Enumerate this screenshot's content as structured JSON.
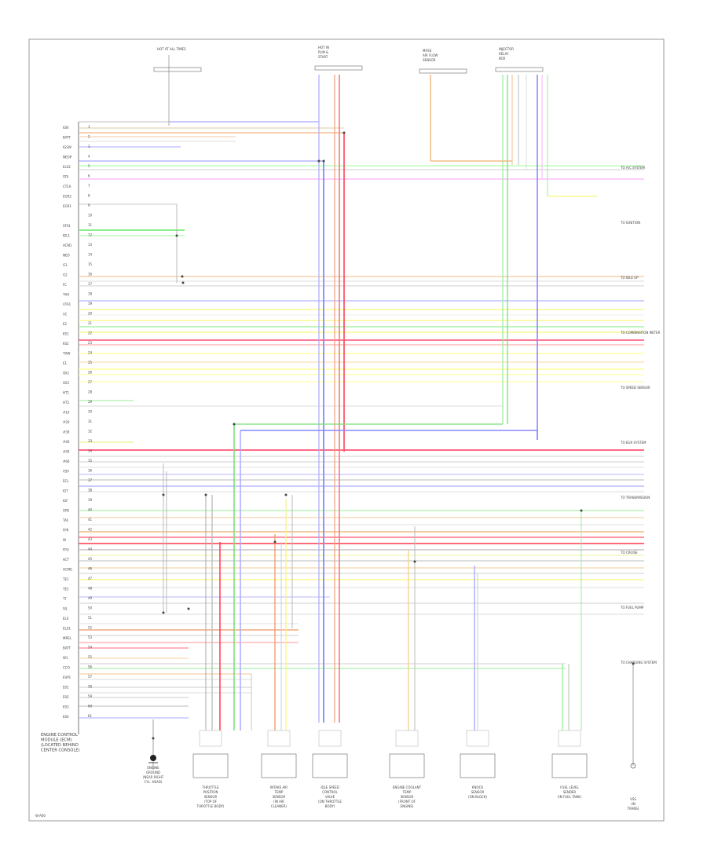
{
  "ecm_label": [
    "ENGINE CONTROL",
    "MODULE (ECM)",
    "(LOCATED BEHIND",
    "CENTER CONSOLE)"
  ],
  "top_connectors": [
    {
      "lines": [
        "HOT AT ALL TIMES"
      ]
    },
    {
      "lines": [
        "HOT IN",
        "RUN &",
        "START"
      ]
    },
    {
      "lines": [
        "MASS",
        "AIR FLOW",
        "SENSOR"
      ]
    },
    {
      "lines": [
        "INJECTOR",
        "RELAY",
        "BOX"
      ]
    }
  ],
  "left_pins": [
    "IGN",
    "BATT",
    "IGSW",
    "NEOP",
    "ELS2",
    "STA",
    "CTCA",
    "EGR2",
    "EGR1",
    "",
    "STA1",
    "IDL1",
    "ACM1",
    "NEO",
    "G1",
    "G2",
    "FC",
    "THA",
    "VTA1",
    "VC",
    "E2",
    "KS1",
    "KS2",
    "THW",
    "E1",
    "OX1",
    "OX2",
    "HT1",
    "HT2",
    "#10",
    "#20",
    "#30",
    "#40",
    "#50",
    "#60",
    "VSV",
    "ECL",
    "IGT",
    "IGF",
    "SPD",
    "TAC",
    "FPR",
    "W",
    "FPU",
    "ACT",
    "ACMG",
    "TE1",
    "TE2",
    "TT",
    "SIL",
    "ELS",
    "ELS1",
    "MREL",
    "BATT",
    "W1",
    "CCO",
    "EVP1",
    "E01",
    "E02",
    "E03",
    "E04"
  ],
  "right_labels": [
    "TO A/C SYSTEM",
    "TO IGNITION",
    "TO IDLE UP",
    "TO COMBINATION METER",
    "TO SPEED SENSOR",
    "TO EGR SYSTEM",
    "TO TRANSMISSION",
    "TO CRUISE",
    "TO FUEL PUMP",
    "TO CHARGING SYSTEM"
  ],
  "bottom_components": [
    {
      "id": "ground",
      "lines": [
        "ENGINE",
        "GROUND",
        "(NEAR RIGHT",
        "CYL. HEAD)"
      ]
    },
    {
      "id": "tp-sensor",
      "lines": [
        "THROTTLE",
        "POSITION",
        "SENSOR",
        "(TOP OF",
        "THROTTLE BODY)"
      ]
    },
    {
      "id": "intake-sensor",
      "lines": [
        "INTAKE AIR",
        "TEMP",
        "SENSOR",
        "(IN AIR",
        "CLEANER)"
      ]
    },
    {
      "id": "idle-valve",
      "lines": [
        "IDLE SPEED",
        "CONTROL",
        "VALVE",
        "(ON THROTTLE",
        "BODY)"
      ]
    },
    {
      "id": "coolant-sensor",
      "lines": [
        "ENGINE COOLANT",
        "TEMP",
        "SENSOR",
        "(FRONT OF",
        "ENGINE)"
      ]
    },
    {
      "id": "knock-sensor",
      "lines": [
        "KNOCK",
        "SENSOR",
        "(ON BLOCK)"
      ]
    },
    {
      "id": "fuel-sender",
      "lines": [
        "FUEL LEVEL",
        "SENDER",
        "(IN FUEL TANK)"
      ]
    },
    {
      "id": "vss",
      "lines": [
        "VSS",
        "(IN",
        "TRANS)"
      ]
    }
  ],
  "footer_code": "W-A00"
}
